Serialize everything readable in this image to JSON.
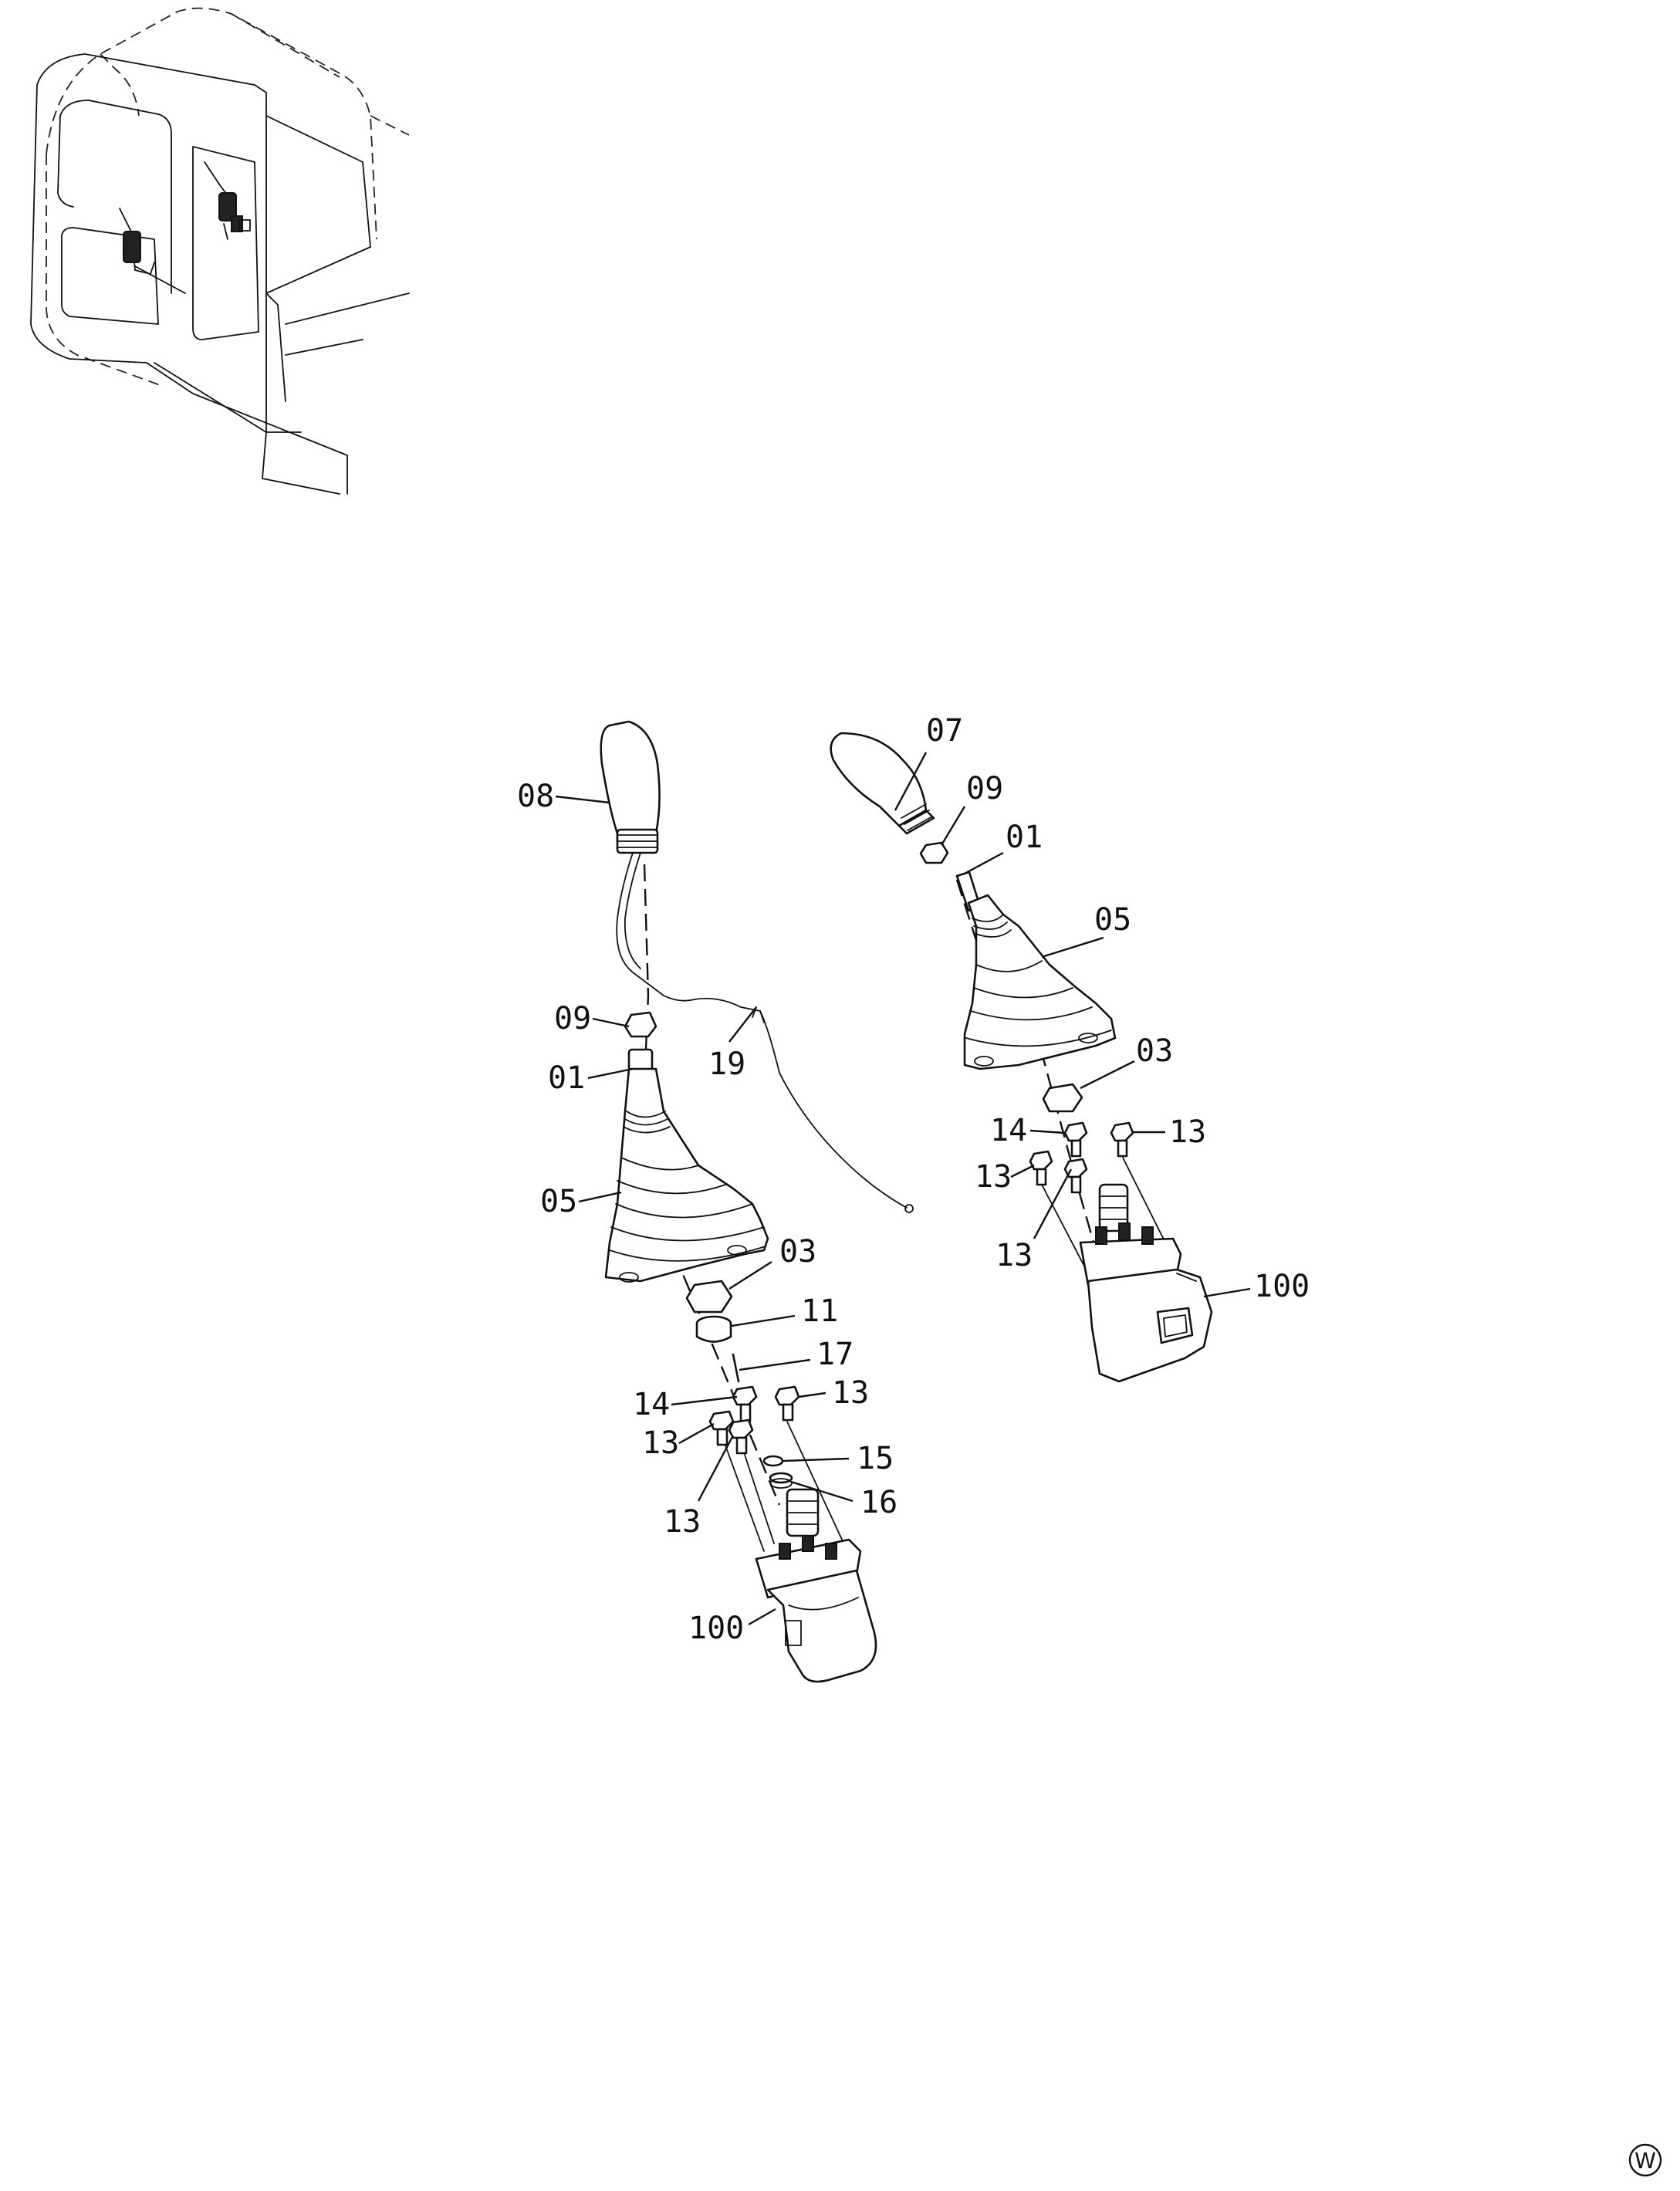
{
  "labels": {
    "left_grip": "08",
    "left_nut_top": "09",
    "left_shaft": "01",
    "left_harness_clip": "19",
    "left_boot": "05",
    "left_nut_mid": "03",
    "left_ring": "11",
    "left_pin": "17",
    "left_bolt_14": "14",
    "left_bolt_13_a": "13",
    "left_bolt_13_b": "13",
    "left_bolt_13_c": "13",
    "left_washer": "15",
    "left_spring": "16",
    "left_valve": "100",
    "right_grip": "07",
    "right_nut_top": "09",
    "right_shaft": "01",
    "right_boot": "05",
    "right_nut_mid": "03",
    "right_bolt_14": "14",
    "right_bolt_13_a": "13",
    "right_bolt_13_b": "13",
    "right_bolt_13_c": "13",
    "right_valve": "100"
  },
  "corner_mark": "W"
}
